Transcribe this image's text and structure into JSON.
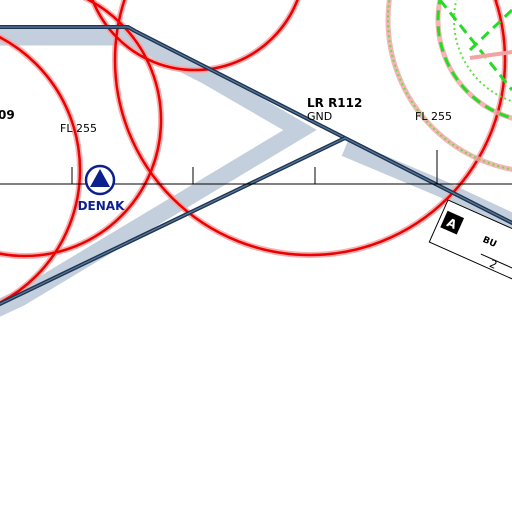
{
  "map": {
    "background": "#ffffff",
    "colors": {
      "airway_corridor": "#c3cfdc",
      "airway_line": "#1f3550",
      "restricted_area": "#ee0000",
      "restricted_area_halo": "#f4a3a3",
      "tma_boundary_dashed": "#22dd22",
      "tma_boundary_dotted": "#66dd44",
      "waypoint": "#0b1f8f",
      "text": "#000000"
    },
    "labels": {
      "area_id_partial": "09",
      "area_left_upper_limit": "FL 255",
      "area_name": "LR R112",
      "area_lower_limit": "GND",
      "area_right_upper_limit": "FL 255",
      "waypoint_name": "DENAK",
      "box_letter": "A",
      "box_name_partial": "BU",
      "box_value_partial": "2"
    },
    "waypoint": {
      "symbol": "triangle-in-circle",
      "name": "DENAK"
    },
    "icons": {
      "waypoint_symbol": "compulsory-reporting-point-icon",
      "box_badge": "sector-letter-badge-icon"
    }
  }
}
